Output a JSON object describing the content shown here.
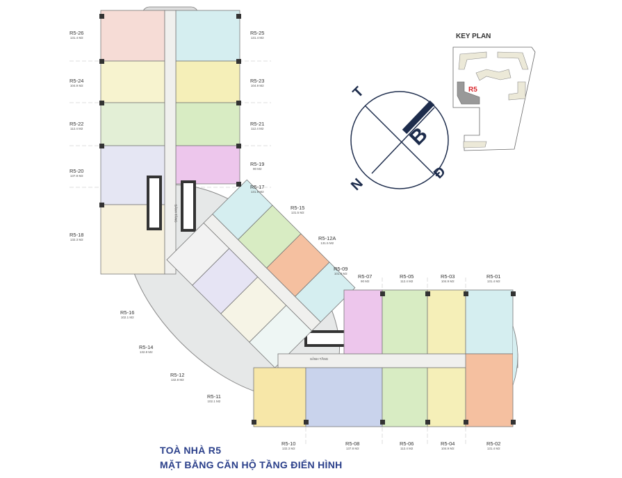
{
  "title": {
    "line1": "TOÀ NHÀ R5",
    "line2": "MẶT BẰNG CĂN HỘ TẦNG ĐIỂN HÌNH"
  },
  "key_plan": {
    "title": "KEY PLAN",
    "highlight": "R5",
    "highlight_color": "#d8262c"
  },
  "compass": {
    "north": "B",
    "south": "N",
    "east": "Đ",
    "west": "T",
    "color": "#1d2c4c"
  },
  "lobby_labels": [
    "SẢNH TẦNG",
    "SẢNH TẦNG"
  ],
  "units": [
    {
      "id": "R5-26",
      "area": "131.4 M2"
    },
    {
      "id": "R5-25",
      "area": "131.4 M2"
    },
    {
      "id": "R5-24",
      "area": "104.9 M2"
    },
    {
      "id": "R5-23",
      "area": "104.9 M2"
    },
    {
      "id": "R5-22",
      "area": "112.4 M2"
    },
    {
      "id": "R5-21",
      "area": "112.4 M2"
    },
    {
      "id": "R5-20",
      "area": "137.8 M2"
    },
    {
      "id": "R5-19",
      "area": "90 M2"
    },
    {
      "id": "R5-17",
      "area": "131.8 M2"
    },
    {
      "id": "R5-18",
      "area": "132.3 M2"
    },
    {
      "id": "R5-15",
      "area": "131.5 M2"
    },
    {
      "id": "R5-12A",
      "area": "131.5 M2"
    },
    {
      "id": "R5-09",
      "area": "101.8 M2"
    },
    {
      "id": "R5-16",
      "area": "102.1 M2"
    },
    {
      "id": "R5-14",
      "area": "132.8 M2"
    },
    {
      "id": "R5-12",
      "area": "132.8 M2"
    },
    {
      "id": "R5-11",
      "area": "102.1 M2"
    },
    {
      "id": "R5-07",
      "area": "90 M2"
    },
    {
      "id": "R5-05",
      "area": "112.4 M2"
    },
    {
      "id": "R5-03",
      "area": "104.9 M2"
    },
    {
      "id": "R5-01",
      "area": "131.4 M2"
    },
    {
      "id": "R5-10",
      "area": "132.3 M2"
    },
    {
      "id": "R5-08",
      "area": "137.8 M2"
    },
    {
      "id": "R5-06",
      "area": "112.4 M2"
    },
    {
      "id": "R5-04",
      "area": "104.9 M2"
    },
    {
      "id": "R5-02",
      "area": "131.4 M2"
    }
  ]
}
